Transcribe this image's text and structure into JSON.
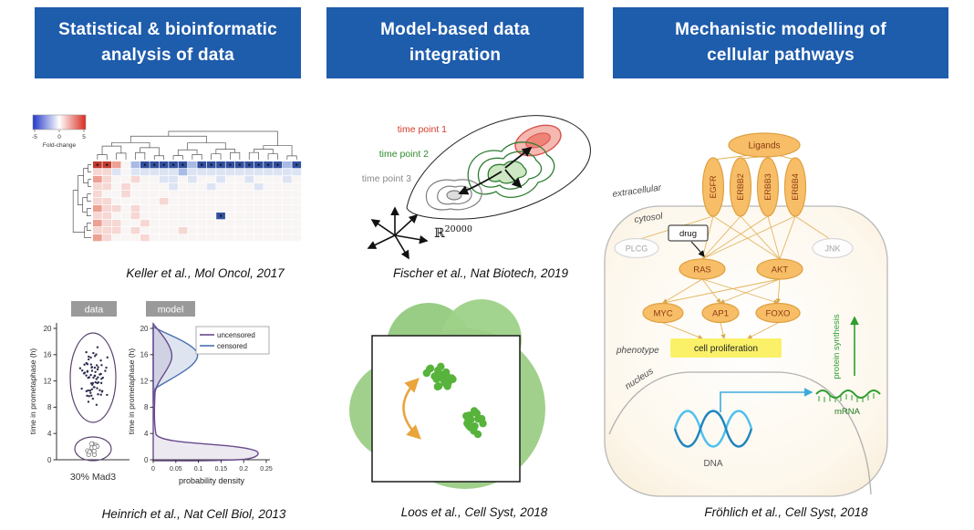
{
  "headers": {
    "col1": {
      "line1": "Statistical & bioinformatic",
      "line2": "analysis of data"
    },
    "col2": {
      "line1": "Model-based data",
      "line2": "integration"
    },
    "col3": {
      "line1": "Mechanistic modelling of",
      "line2": "cellular pathways"
    }
  },
  "citations": {
    "keller": "Keller et al., Mol Oncol, 2017",
    "fischer": "Fischer et al., Nat Biotech, 2019",
    "heinrich": "Heinrich et al., Nat Cell Biol, 2013",
    "loos": "Loos et al., Cell Syst, 2018",
    "froehlich": "Fröhlich et al., Cell Syst, 2018"
  },
  "figures": {
    "heatmap": {
      "colorbar_label": "Fold-change",
      "colorbar_ticks": [
        "-5",
        "0",
        "5"
      ],
      "palette": {
        ".": "#f8f5f4",
        "r": "#f6d7d3",
        "R": "#eda093",
        "D": "#c23b2e",
        "b": "#dce4f4",
        "m": "#a9bbe4",
        "B": "#32509f"
      },
      "rows": [
        "DDR.mBBBBBmBBBBBBBBBmB",
        "rrb.bbbbbmbbbbbbbbbbbb",
        "Rr..r..bb.b..b..b...b.",
        "rr.r....b...b....b....",
        "r..r..................",
        "rr.....r..............",
        "Rrr.r.................",
        "rr..r........B........",
        "Rrr..r................",
        "rrr.r....r............",
        "Rr...r................"
      ]
    },
    "heinrich": {
      "panel_labels": {
        "data": "data",
        "model": "model"
      },
      "legend": {
        "uncensored": "uncensored",
        "censored": "censored"
      },
      "y_axis_label": "time in prometaphase (h)",
      "y_ticks": [
        "0",
        "4",
        "8",
        "12",
        "16",
        "20"
      ],
      "x_ticks": [
        "0",
        "0.05",
        "0.1",
        "0.15",
        "0.2",
        "0.25"
      ],
      "x_axis_label": "probability density",
      "condition_label": "30% Mad3"
    },
    "fischer": {
      "time_points": [
        "time point 1",
        "time point 2",
        "time point 3"
      ],
      "space_symbol": "ℝ",
      "space_exponent": "20000"
    },
    "pathway": {
      "ligands": "Ligands",
      "receptors": [
        "EGFR",
        "ERBB2",
        "ERBB3",
        "ERBB4"
      ],
      "compartments": {
        "extracellular": "extracellular",
        "cytosol": "cytosol",
        "nucleus": "nucleus",
        "phenotype": "phenotype"
      },
      "drug": "drug",
      "nodes": {
        "plcg": "PLCG",
        "jnk": "JNK",
        "ras": "RAS",
        "akt": "AKT",
        "myc": "MYC",
        "ap1": "AP1",
        "foxo": "FOXO"
      },
      "cell_proliferation": "cell proliferation",
      "dna": "DNA",
      "mrna": "mRNA",
      "protein_synthesis": "protein synthesis"
    }
  },
  "colors": {
    "header_blue": "#1E5CAC",
    "node_orange_fill": "#F7BE67",
    "node_orange_stroke": "#DFA041",
    "node_text_brown": "#8C3A12",
    "pathway_line_tan": "#D9A84E",
    "proliferation_yellow": "#FAF169",
    "dna_blue": "#3FB3E8",
    "mrna_green": "#2F9E2F",
    "loos_dot_green": "#57B33C",
    "loos_blob_green": "#9CCD86",
    "tp1_red": "#D63A2A",
    "tp2_green": "#2E8B2E",
    "tp3_gray": "#8A8A8A",
    "uncensored_purple": "#6A4A8C",
    "censored_blue": "#4A6FAE"
  }
}
